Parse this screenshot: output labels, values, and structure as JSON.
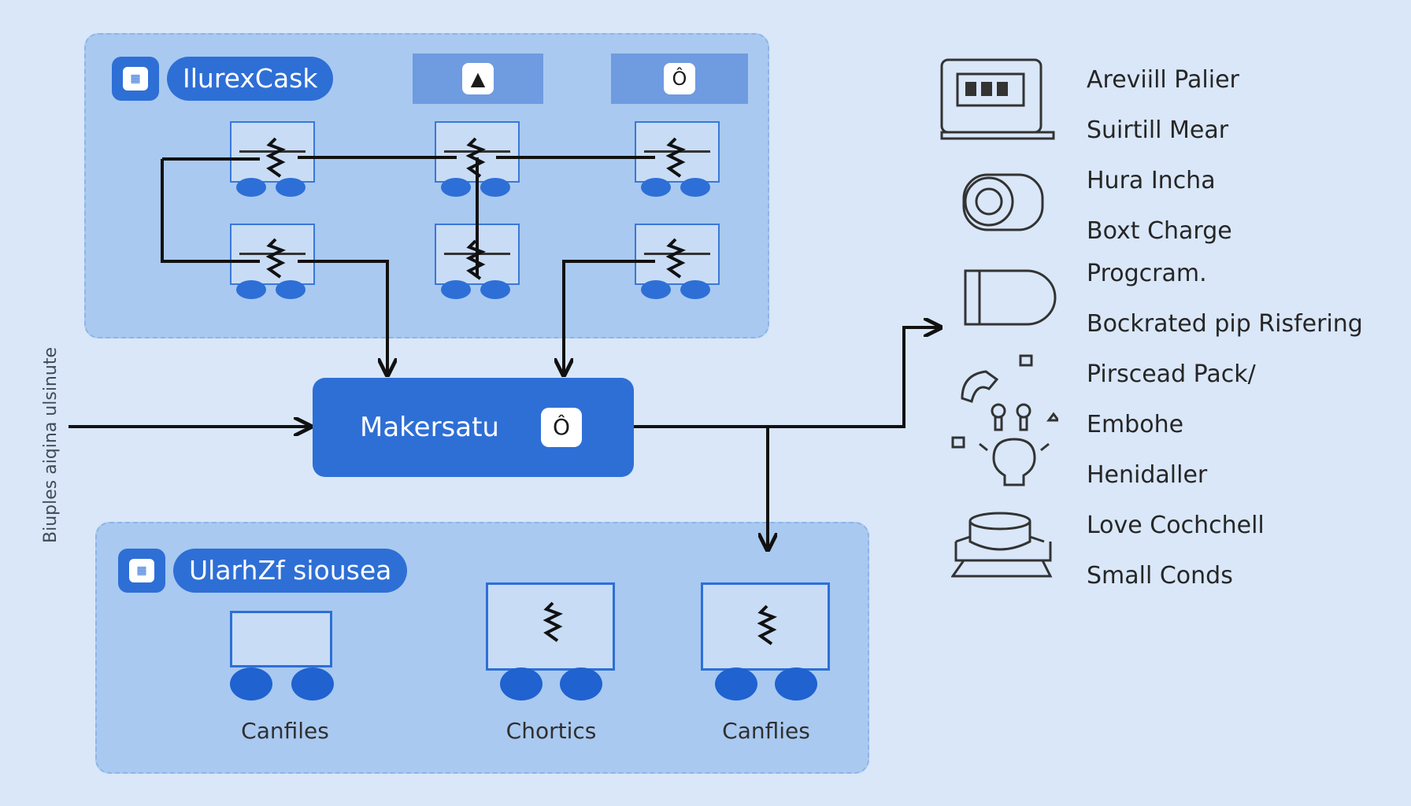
{
  "top_panel": {
    "title": "IlurexCask",
    "title_icon": "folder-icon",
    "tabs": [
      {
        "glyph": "▲",
        "icon": "warning-icon"
      },
      {
        "glyph": "Ô",
        "icon": "lock-icon"
      }
    ]
  },
  "center_node": {
    "label": "Makersatu",
    "glyph": "Ô",
    "icon": "lock-icon"
  },
  "left_vertical_label": "Biuples aiqina ulsinute",
  "bottom_panel": {
    "title": "UlarhZf siousea",
    "title_icon": "folder-icon",
    "nodes": [
      {
        "caption": "Canfiles"
      },
      {
        "caption": "Chortics"
      },
      {
        "caption": "Canflies"
      }
    ]
  },
  "legend": {
    "items": [
      {
        "text": "Areviill Palier"
      },
      {
        "text": "Suirtill Mear"
      },
      {
        "text": "Hura Incha"
      },
      {
        "text": "Boxt Charge"
      },
      {
        "text": "Progcram."
      },
      {
        "text": "Bockrated pip Risfering"
      },
      {
        "text": "Pirscead Pack/"
      },
      {
        "text": "Embohe"
      },
      {
        "text": "Henidaller"
      },
      {
        "text": "Love Cochchell"
      },
      {
        "text": "Small Conds"
      }
    ],
    "icons": [
      "display-device-icon",
      "camera-icon",
      "drive-icon",
      "tools-idea-icon",
      "stack-icon"
    ]
  },
  "colors": {
    "background": "#d9e7f8",
    "panel": "#a9c9f0",
    "accent": "#2e6fd6",
    "line": "#111111"
  }
}
